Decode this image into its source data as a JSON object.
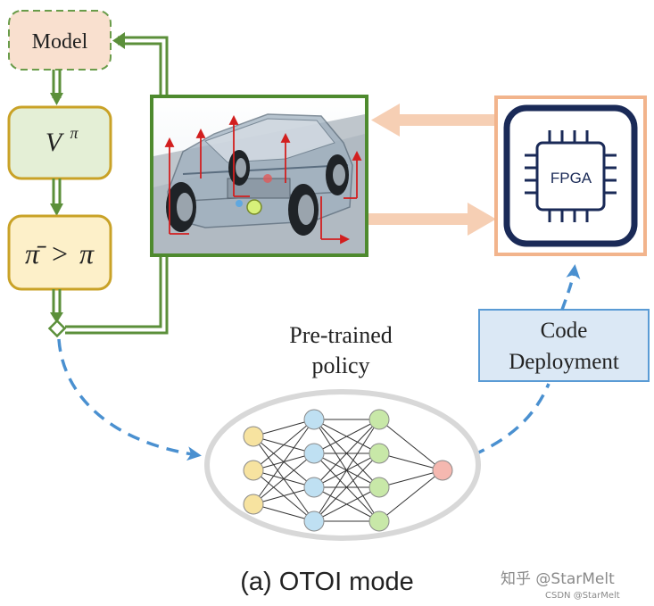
{
  "boxes": {
    "model": "Model",
    "value_base": "V",
    "value_sup": "π",
    "policy_improvement_lhs": "π̄",
    "policy_improvement_op": ">",
    "policy_improvement_rhs": "π",
    "fpga": "FPGA",
    "code_deployment_line1": "Code",
    "code_deployment_line2": "Deployment"
  },
  "network": {
    "label_line1": "Pre-trained",
    "label_line2": "policy",
    "layers": [
      {
        "nodes": 3,
        "color": "#f7e3a0"
      },
      {
        "nodes": 4,
        "color": "#bfe0f2"
      },
      {
        "nodes": 4,
        "color": "#c8e8a8"
      },
      {
        "nodes": 1,
        "color": "#f5b8b0"
      }
    ]
  },
  "caption": "(a) OTOI mode",
  "watermark": {
    "main": "知乎 @StarMelt",
    "sub": "CSDN @StarMelt"
  },
  "colors": {
    "green": "#5b8f3a",
    "orange_box": "#f2b48c",
    "gold_border": "#c9a227",
    "blue_dash": "#4a90d0",
    "navy": "#1a2a57"
  }
}
